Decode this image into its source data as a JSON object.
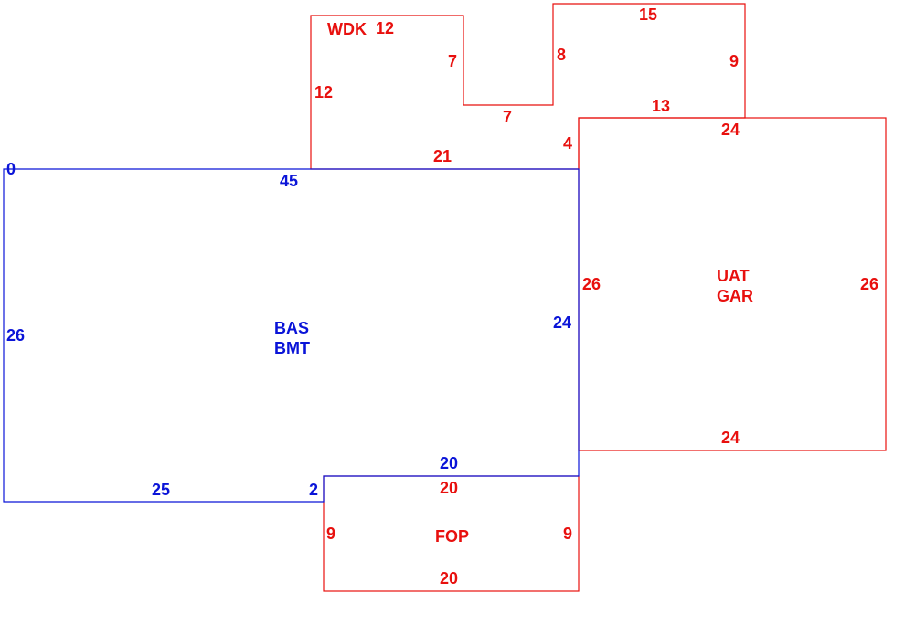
{
  "colors": {
    "red": "#e8100e",
    "blue": "#0a14d8"
  },
  "areas": {
    "wdk": {
      "name": "WDK",
      "dims": {
        "top": "12",
        "left": "12",
        "inner_right": "7",
        "notch_bottom": "7",
        "inner_left": "8",
        "top2": "15",
        "right": "9",
        "bottom_right": "13",
        "step": "4",
        "bottom": "21"
      }
    },
    "bas": {
      "name1": "BAS",
      "name2": "BMT",
      "dims": {
        "origin": "0",
        "top": "45",
        "left": "26",
        "right": "24",
        "bottom_right": "20",
        "step": "2",
        "bottom": "25"
      }
    },
    "uat": {
      "name1": "UAT",
      "name2": "GAR",
      "dims": {
        "top": "24",
        "left": "26",
        "right": "26",
        "bottom": "24"
      }
    },
    "fop": {
      "name": "FOP",
      "dims": {
        "top": "20",
        "left": "9",
        "right": "9",
        "bottom": "20"
      }
    }
  }
}
